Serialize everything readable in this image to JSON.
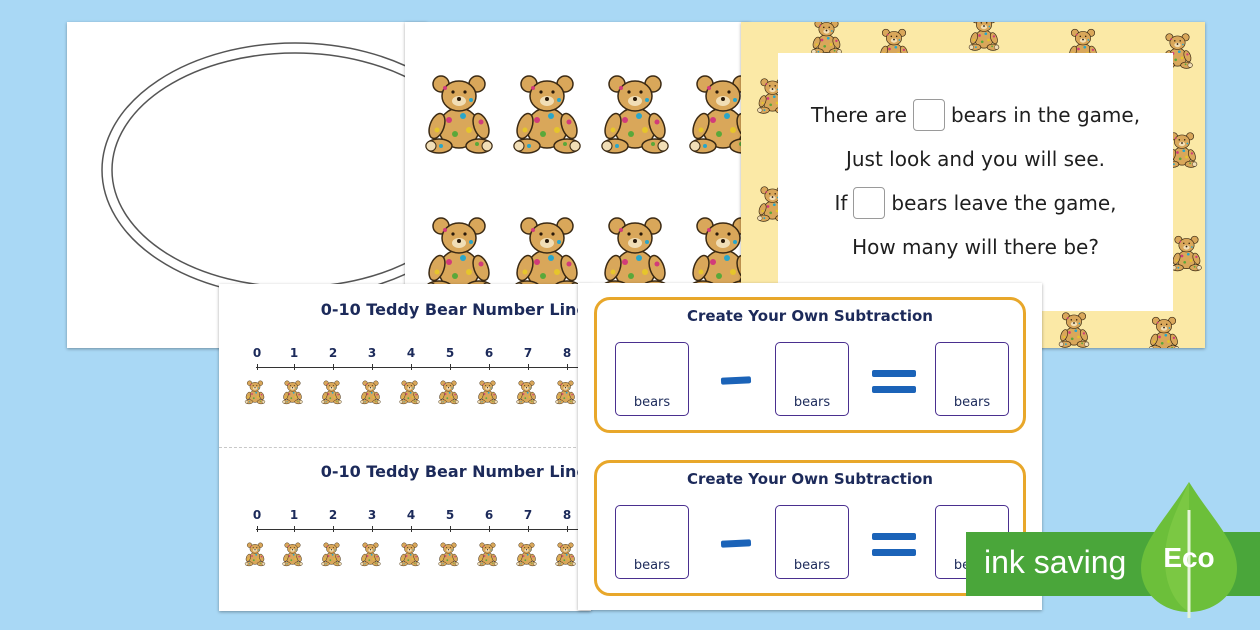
{
  "rhyme": {
    "line1_start": "There are",
    "line1_end": "bears in the game,",
    "line2": "Just look and you will see.",
    "line3_start": "If",
    "line3_end": "bears leave the game,",
    "line4": "How many will there be?"
  },
  "number_lines": [
    {
      "title": "0-10 Teddy Bear Number Line",
      "numbers": [
        "0",
        "1",
        "2",
        "3",
        "4",
        "5",
        "6",
        "7",
        "8"
      ]
    },
    {
      "title": "0-10 Teddy Bear Number Line",
      "numbers": [
        "0",
        "1",
        "2",
        "3",
        "4",
        "5",
        "6",
        "7",
        "8"
      ]
    }
  ],
  "subtraction_cards": [
    {
      "title": "Create Your Own Subtraction",
      "box_label": "bears"
    },
    {
      "title": "Create Your Own Subtraction",
      "box_label": "bears"
    }
  ],
  "eco": {
    "banner_text": "ink saving",
    "badge_text": "Eco"
  },
  "colors": {
    "background": "#a9d8f5",
    "rhyme_border": "#fbe9a6",
    "card_border": "#e8a72a",
    "title_navy": "#1c2a5a",
    "operator_blue": "#1b63b8",
    "eco_green": "#4aa63a",
    "bear_fur": "#d9a75a"
  }
}
